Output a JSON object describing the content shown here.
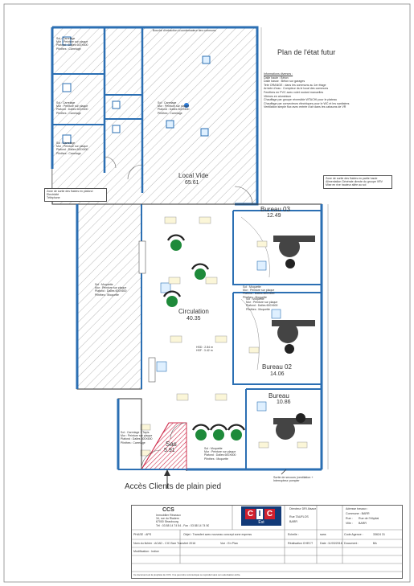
{
  "plan": {
    "title": "Plan de l'état futur",
    "notes": [
      "Informations diverses :",
      "Dalle haute : Béton",
      "Dalle basse : Béton sur garages",
      "Tete ORANGE : dans les communs au 1er étage",
      "Arrivée d'eau : Compteur ds le local des communs",
      "Fenêtres en PVC avec volet roulant manuelles",
      "Vitrines en aluminium",
      "Chauffage par groupe réversible WTACHI pour le plateau",
      "Chauffage par convecteurs électriques pour le WC et les sanitaires",
      "Ventilation simple flux avec entrée d'air dans les caissons de VR"
    ],
    "top_label": "Bouche d'extraction à condensateur des communs",
    "left_callout": [
      "Zone de sortie des fluides en plafond",
      "Electricité",
      "Téléphone"
    ],
    "right_callout": [
      "Zone de sortie des fluides en partie haute",
      "Alimentation Générale directe du groupe VRV",
      "Mise en rive hauteur allée au sol"
    ],
    "rooms": [
      {
        "name": "Local Vide",
        "area": "65.61"
      },
      {
        "name": "Bureau 03",
        "area": "12.49"
      },
      {
        "name": "Circulation",
        "area": "40.35"
      },
      {
        "name": "Bureau 02",
        "area": "14.06"
      },
      {
        "name": "Bureau",
        "area": "10.86"
      },
      {
        "name": "Sas",
        "area": "5.91"
      }
    ],
    "heights": [
      "HSD : 2.84 m",
      "HSF : 3.42 m"
    ],
    "specs": {
      "wc1": [
        "Sol : Carrelage",
        "Mur : Peinture sur plaque",
        "Plafond : Dalles 600X600",
        "Plinthes : Carrelage"
      ],
      "wc2": [
        "Sol : Carrelage",
        "Mur : Peinture sur plaque",
        "Plafond : Dalles 600X600",
        "Plinthes : Carrelage"
      ],
      "wc3": [
        "Sol : Carrelage",
        "Mur : Peinture sur plaque",
        "Plafond : Dalles 600X600",
        "Plinthes : Carrelage"
      ],
      "local": [
        "Sol : Carrelage",
        "Mur : Peinture sur plaque",
        "Plafond : Dalles 600X600",
        "Plinthes : Carrelage"
      ],
      "left": [
        "Sol : Moquette",
        "Mur : Peinture sur plaque",
        "Plafond : Dalles 600X600",
        "Plinthes : Moquette"
      ],
      "b03": [
        "Sol : Moquette",
        "Mur : Peinture sur plaque",
        "Plafond : Dalles 600X600",
        "Plinthes : Moquette"
      ],
      "b02": [
        "Sol : Moquette",
        "Mur : Peinture sur plaque",
        "Plafond : Dalles 600X600",
        "Plinthes : Moquette"
      ],
      "circ": [
        "Sol : Moquette",
        "Mur : Peinture sur plaque",
        "Plafond : Dalles 600X600",
        "Plinthes : Moquette"
      ],
      "sas": [
        "Sol : Carrelage + Tapis",
        "Mur : Peinture sur plaque",
        "Plafond : Dalles 600X600",
        "Plinthes : Carrelage"
      ]
    },
    "access": "Accès Clients de plain pied",
    "sortie": [
      "Sortie de secours (ventilation +",
      "Interrupteur pompier"
    ]
  },
  "title_block": {
    "company": "CCS",
    "company_lines": [
      "Immobilier Réseaux",
      "34, rue du Rladern",
      "67000 Strasbourg"
    ],
    "company_contact": "Tél : 03 88 14 74 54 - Fax : 03 88 14 74 50",
    "logo_left": "C",
    "logo_right": "C",
    "logo_sub": "Est",
    "director": "Directeur DRI Alsace",
    "adresse": "Adresse travaux :",
    "commune": "Commune : BARR",
    "rue_label": "Rue :",
    "rue": "Rue de l'Hôpital",
    "ville_label": "Ville :",
    "ville": "BARR",
    "site": "Rue TAUFLOS",
    "site_city": "BARR",
    "phase": "PHASE : APS",
    "objet": "Objet : Transfert avec nouveau concept zone express",
    "echelle_label": "Echelle :",
    "echelle": "sans",
    "code_label": "Code Agence :",
    "code": "33624 31",
    "fichier": "Nom du fichier : ACAD - CIC Barr Transfert 2016",
    "vue": "Vue : En Plan",
    "realisation": "Réalisation CHECT",
    "date_label": "Date :",
    "date": "11/03/2016",
    "document_label": "Document :",
    "document": "BA",
    "modification": "Modification : Indice",
    "footer": "Ce document est la propriété de CCS. Il ne peut être communiqué ou reproduit sans son autorisation écrite."
  },
  "colors": {
    "wall": "#2b6fb3",
    "hatch": "#8a8a8a",
    "chair": "#1e8a3a",
    "desk": "#444444",
    "sas_fill": "#e0506a",
    "cic_red": "#d11f2e",
    "cic_blue": "#123a78"
  }
}
